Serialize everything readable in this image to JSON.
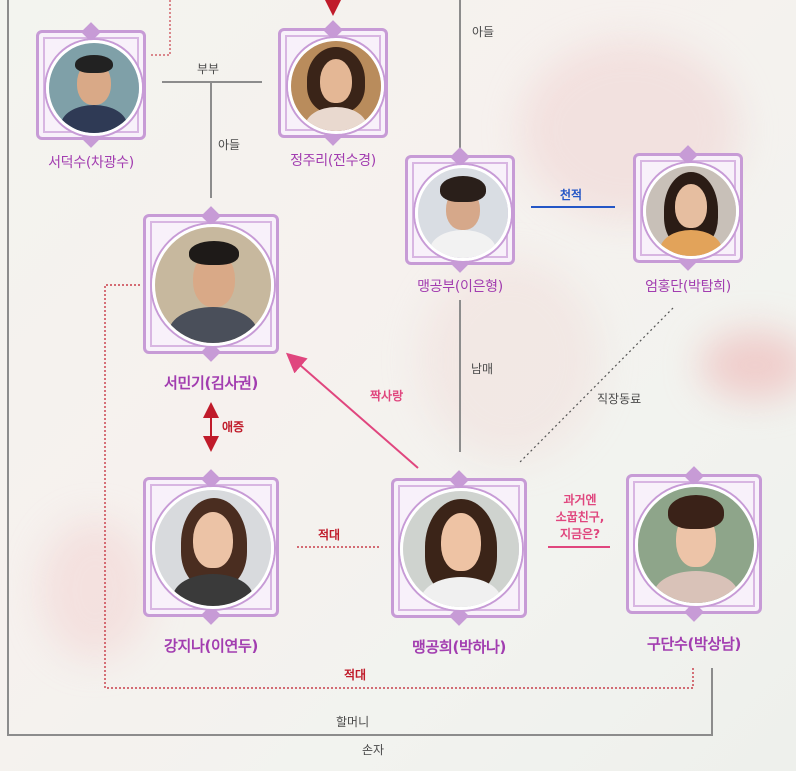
{
  "people": {
    "seodeoksu": "서덕수(차광수)",
    "jeongjuri": "정주리(전수경)",
    "seomingi": "서민기(김사권)",
    "maenggongbu": "맹공부(이은형)",
    "eomhongdan": "엄홍단(박탐희)",
    "kangjina": "강지나(이연두)",
    "maenggonghui": "맹공희(박하나)",
    "gudansu": "구단수(박상남)"
  },
  "relations": {
    "bubu": "부부",
    "adeul_left": "아들",
    "adeul_top": "아들",
    "cheonjeok": "천적",
    "nammae": "남매",
    "jjaksarang": "짝사랑",
    "aejeung": "애증",
    "jikjang": "직장동료",
    "jeokdae_mid": "적대",
    "jeokdae_bottom": "적대",
    "friend_line1": "과거엔",
    "friend_line2": "소꿉친구,",
    "friend_line3": "지금은?",
    "halmeoni": "할머니",
    "sonja": "손자"
  },
  "colors": {
    "frame": "#c79bd6",
    "name": "#a23db0",
    "red": "#c01b2a",
    "pink": "#e0467e",
    "blue": "#2456c6",
    "line": "#8c8c8c"
  }
}
